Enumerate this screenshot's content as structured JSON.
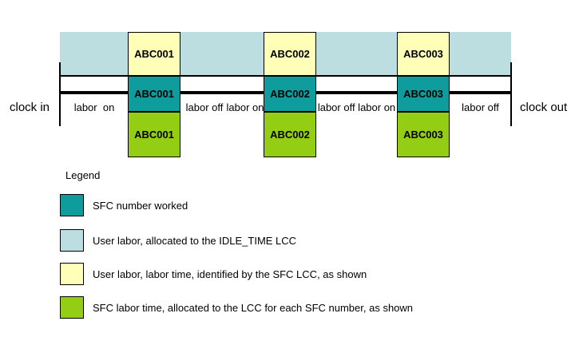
{
  "colors": {
    "sfc_worked": "#0E9C9C",
    "idle_time": "#BDDEE1",
    "user_labor_sfc": "#FFFFB8",
    "sfc_labor": "#94CE14"
  },
  "timeline": {
    "clock_in_label": "clock in",
    "clock_out_label": "clock out",
    "segments": [
      "labor  on",
      "labor off",
      "labor on",
      "labor off labor on",
      "labor off"
    ],
    "sfc_blocks": [
      {
        "id": "ABC001"
      },
      {
        "id": "ABC002"
      },
      {
        "id": "ABC003"
      }
    ]
  },
  "legend": {
    "title": "Legend",
    "items": [
      {
        "color": "#0E9C9C",
        "label": "SFC number worked"
      },
      {
        "color": "#BDDEE1",
        "label": "User labor, allocated to the IDLE_TIME LCC"
      },
      {
        "color": "#FFFFB8",
        "label": "User labor, labor time, identified by the SFC LCC, as shown"
      },
      {
        "color": "#94CE14",
        "label": "SFC labor time, allocated to the LCC for each SFC number, as shown"
      }
    ]
  }
}
